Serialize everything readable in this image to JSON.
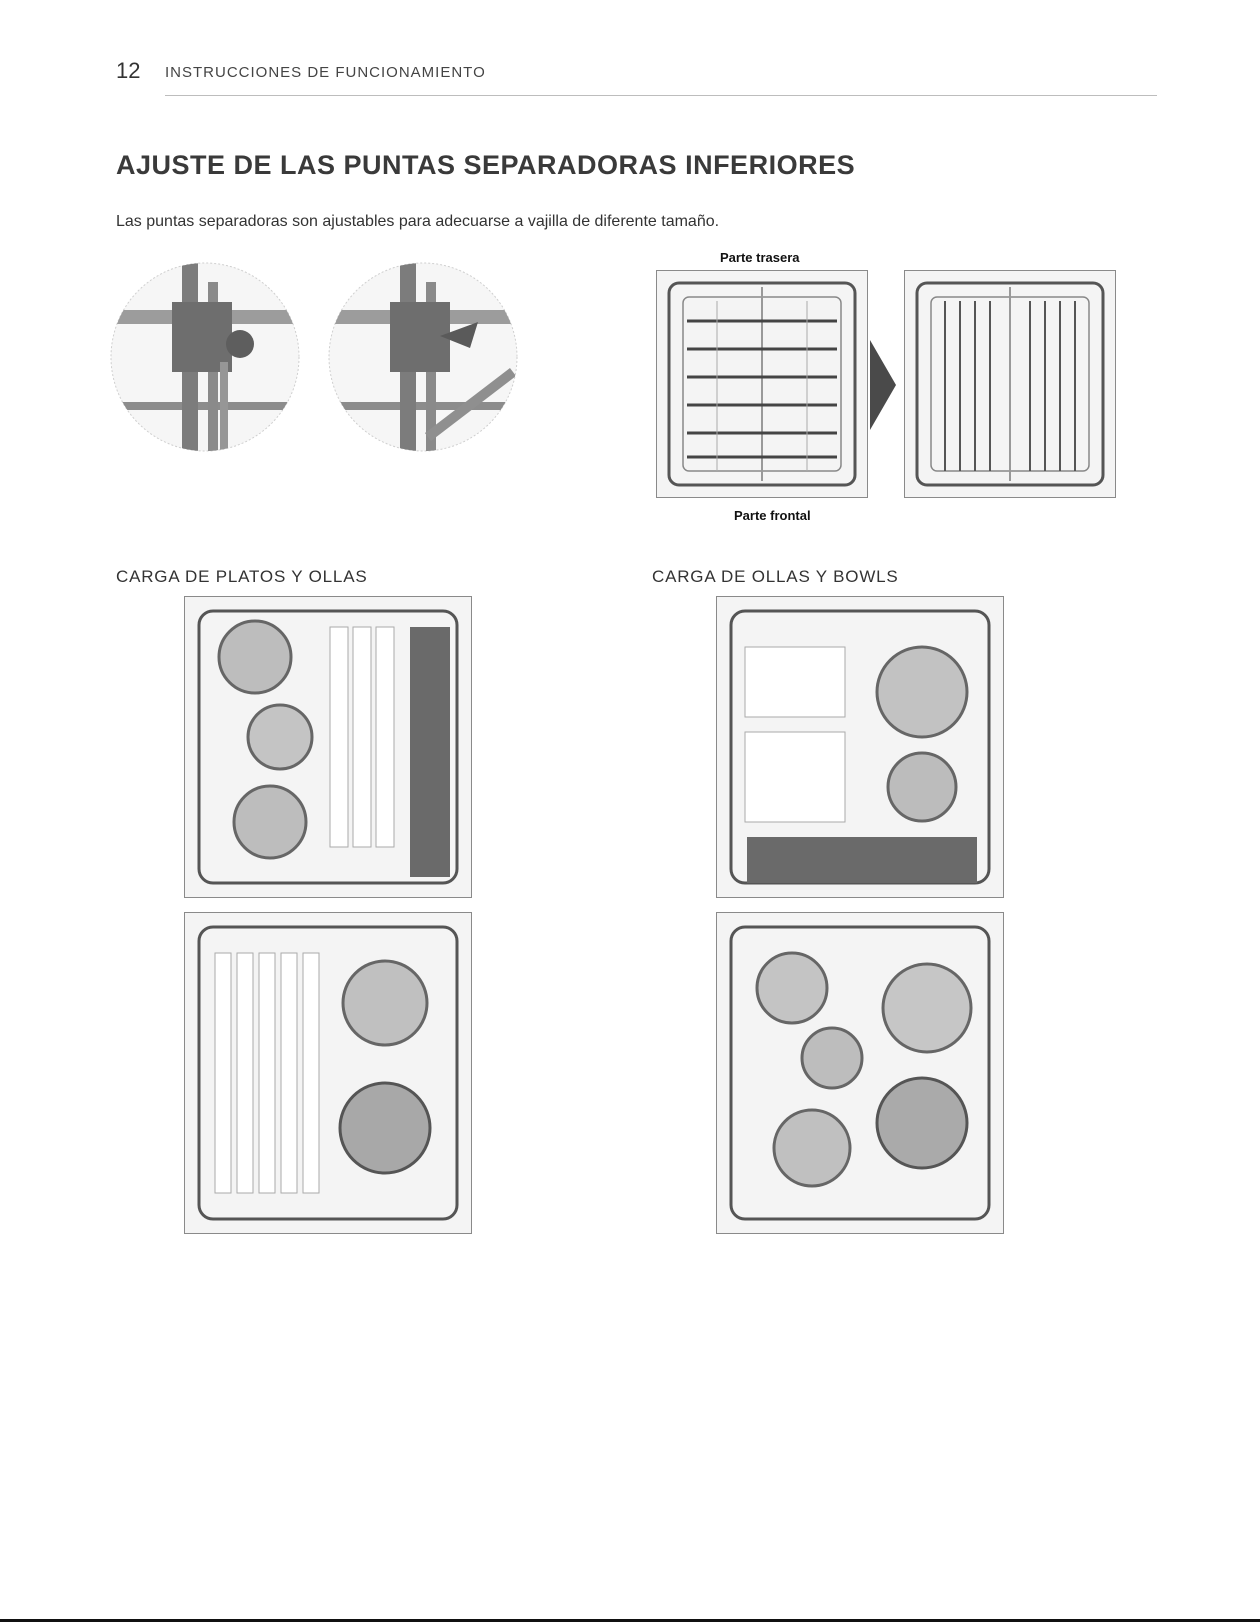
{
  "header": {
    "page_number": "12",
    "section": "INSTRUCCIONES DE FUNCIONAMIENTO"
  },
  "title": "AJUSTE DE LAS PUNTAS SEPARADORAS INFERIORES",
  "intro": "Las puntas separadoras son ajustables para adecuarse a vajilla de diferente tamaño.",
  "figure": {
    "caption_top": "Parte trasera",
    "caption_bottom": "Parte frontal"
  },
  "loading": {
    "left_heading": "CARGA DE PLATOS Y OLLAS",
    "right_heading": "CARGA DE OLLAS Y BOWLS"
  }
}
